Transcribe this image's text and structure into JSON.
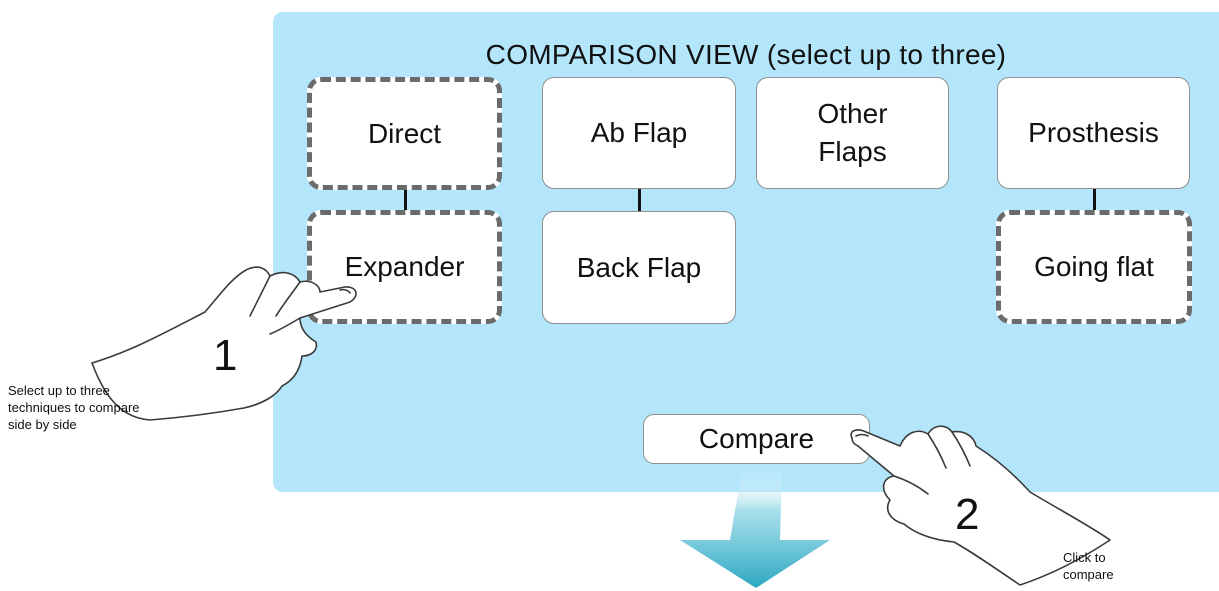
{
  "panel": {
    "title": "COMPARISON VIEW (select up to three)"
  },
  "techniques": {
    "direct": "Direct",
    "expander": "Expander",
    "ab_flap": "Ab Flap",
    "back_flap": "Back Flap",
    "other_flaps": "Other\nFlaps",
    "prosthesis": "Prosthesis",
    "going_flat": "Going flat"
  },
  "selected": [
    "Direct",
    "Expander",
    "Going flat"
  ],
  "compare_button": {
    "label": "Compare"
  },
  "steps": [
    {
      "number": "1",
      "text": "Select up to three techniques to compare side by side"
    },
    {
      "number": "2",
      "text": "Click to compare"
    }
  ],
  "colors": {
    "panel_background": "#b3e6fb",
    "arrow": "#2aa7c1",
    "selected_border": "#6b6b6b"
  },
  "icons": [
    "pointing-hand-icon",
    "down-arrow-icon"
  ]
}
